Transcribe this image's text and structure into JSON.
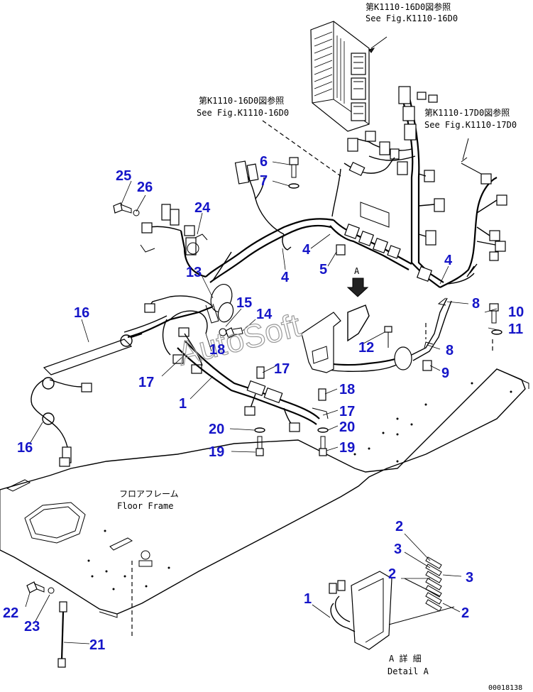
{
  "references": {
    "ref_top_jp": "第K1110-16D0図参照",
    "ref_top_en": "See Fig.K1110-16D0",
    "ref_mid_jp": "第K1110-16D0図参照",
    "ref_mid_en": "See Fig.K1110-16D0",
    "ref_right_jp": "第K1110-17D0図参照",
    "ref_right_en": "See Fig.K1110-17D0"
  },
  "frame_label": {
    "jp": "フロアフレーム",
    "en": "Floor Frame"
  },
  "detail_label": {
    "jp": "A 詳 細",
    "en": "Detail A"
  },
  "view_letter": "A",
  "watermark": "AutoSoft",
  "drawing_code": "00018138",
  "callouts": {
    "c25": "25",
    "c26": "26",
    "c24": "24",
    "c6": "6",
    "c7": "7",
    "c4a": "4",
    "c4b": "4",
    "c5": "5",
    "c4c": "4",
    "c13": "13",
    "c16a": "16",
    "c15": "15",
    "c14": "14",
    "c18a": "18",
    "c12": "12",
    "c8a": "8",
    "c10": "10",
    "c11": "11",
    "c8b": "8",
    "c9": "9",
    "c17a": "17",
    "c17b": "17",
    "c1a": "1",
    "c18b": "18",
    "c17c": "17",
    "c20a": "20",
    "c20b": "20",
    "c19a": "19",
    "c19b": "19",
    "c16b": "16",
    "c2a": "2",
    "c3a": "3",
    "c2b": "2",
    "c3b": "3",
    "c1b": "1",
    "c2c": "2",
    "c22": "22",
    "c23": "23",
    "c21": "21"
  }
}
